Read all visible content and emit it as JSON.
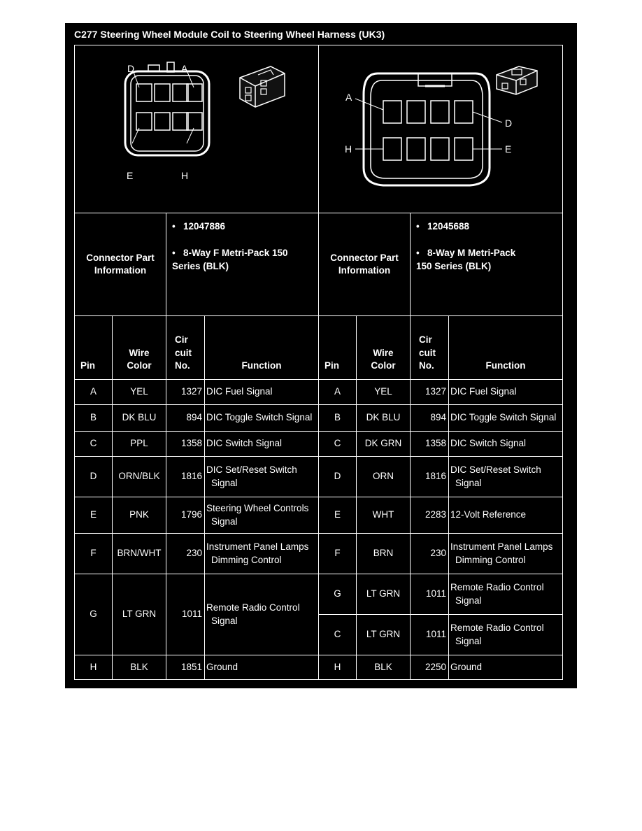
{
  "title": "C277 Steering Wheel Module Coil to Steering Wheel Harness (UK3)",
  "diagram_left": {
    "labels": [
      "D",
      "A",
      "E",
      "H"
    ]
  },
  "diagram_right": {
    "labels": [
      "A",
      "D",
      "H",
      "E"
    ]
  },
  "part_info": {
    "label_line1": "Connector Part",
    "label_line2": "Information",
    "left": {
      "part_number": "12047886",
      "desc_line1": "8-Way F Metri-Pack 150",
      "desc_line2": "Series (BLK)"
    },
    "right": {
      "part_number": "12045688",
      "desc_line1": "8-Way M Metri-Pack",
      "desc_line2": "150 Series (BLK)"
    }
  },
  "headers": {
    "pin": "Pin",
    "wire1": "Wire",
    "wire2": "Color",
    "cir1": "Cir",
    "cir2": "cuit",
    "cir3": "No.",
    "function": "Function"
  },
  "rows_left": [
    {
      "pin": "A",
      "color": "YEL",
      "cir": "1327",
      "fn1": "DIC Fuel Signal",
      "fn2": ""
    },
    {
      "pin": "B",
      "color": "DK BLU",
      "cir": "894",
      "fn1": "DIC Toggle Switch Signal",
      "fn2": ""
    },
    {
      "pin": "C",
      "color": "PPL",
      "cir": "1358",
      "fn1": "DIC Switch Signal",
      "fn2": ""
    },
    {
      "pin": "D",
      "color": "ORN/BLK",
      "cir": "1816",
      "fn1": "DIC Set/Reset Switch",
      "fn2": "Signal"
    },
    {
      "pin": "E",
      "color": "PNK",
      "cir": "1796",
      "fn1": "Steering Wheel Controls",
      "fn2": "Signal"
    },
    {
      "pin": "F",
      "color": "BRN/WHT",
      "cir": "230",
      "fn1": "Instrument Panel Lamps",
      "fn2": "Dimming Control"
    },
    {
      "pin": "G",
      "color": "LT GRN",
      "cir": "1011",
      "fn1": "Remote Radio Control",
      "fn2": "Signal"
    },
    {
      "pin": "H",
      "color": "BLK",
      "cir": "1851",
      "fn1": "Ground",
      "fn2": ""
    }
  ],
  "rows_right": [
    {
      "pin": "A",
      "color": "YEL",
      "cir": "1327",
      "fn1": "DIC Fuel Signal",
      "fn2": ""
    },
    {
      "pin": "B",
      "color": "DK BLU",
      "cir": "894",
      "fn1": "DIC Toggle Switch Signal",
      "fn2": ""
    },
    {
      "pin": "C",
      "color": "DK GRN",
      "cir": "1358",
      "fn1": "DIC Switch Signal",
      "fn2": ""
    },
    {
      "pin": "D",
      "color": "ORN",
      "cir": "1816",
      "fn1": "DIC Set/Reset Switch",
      "fn2": "Signal"
    },
    {
      "pin": "E",
      "color": "WHT",
      "cir": "2283",
      "fn1": "12-Volt Reference",
      "fn2": ""
    },
    {
      "pin": "F",
      "color": "BRN",
      "cir": "230",
      "fn1": "Instrument Panel Lamps",
      "fn2": "Dimming Control"
    },
    {
      "pin": "G",
      "color": "LT GRN",
      "cir": "1011",
      "fn1": "Remote Radio Control",
      "fn2": "Signal"
    },
    {
      "pin": "C",
      "color": "LT GRN",
      "cir": "1011",
      "fn1": "Remote Radio Control",
      "fn2": "Signal"
    },
    {
      "pin": "H",
      "color": "BLK",
      "cir": "2250",
      "fn1": "Ground",
      "fn2": ""
    }
  ]
}
